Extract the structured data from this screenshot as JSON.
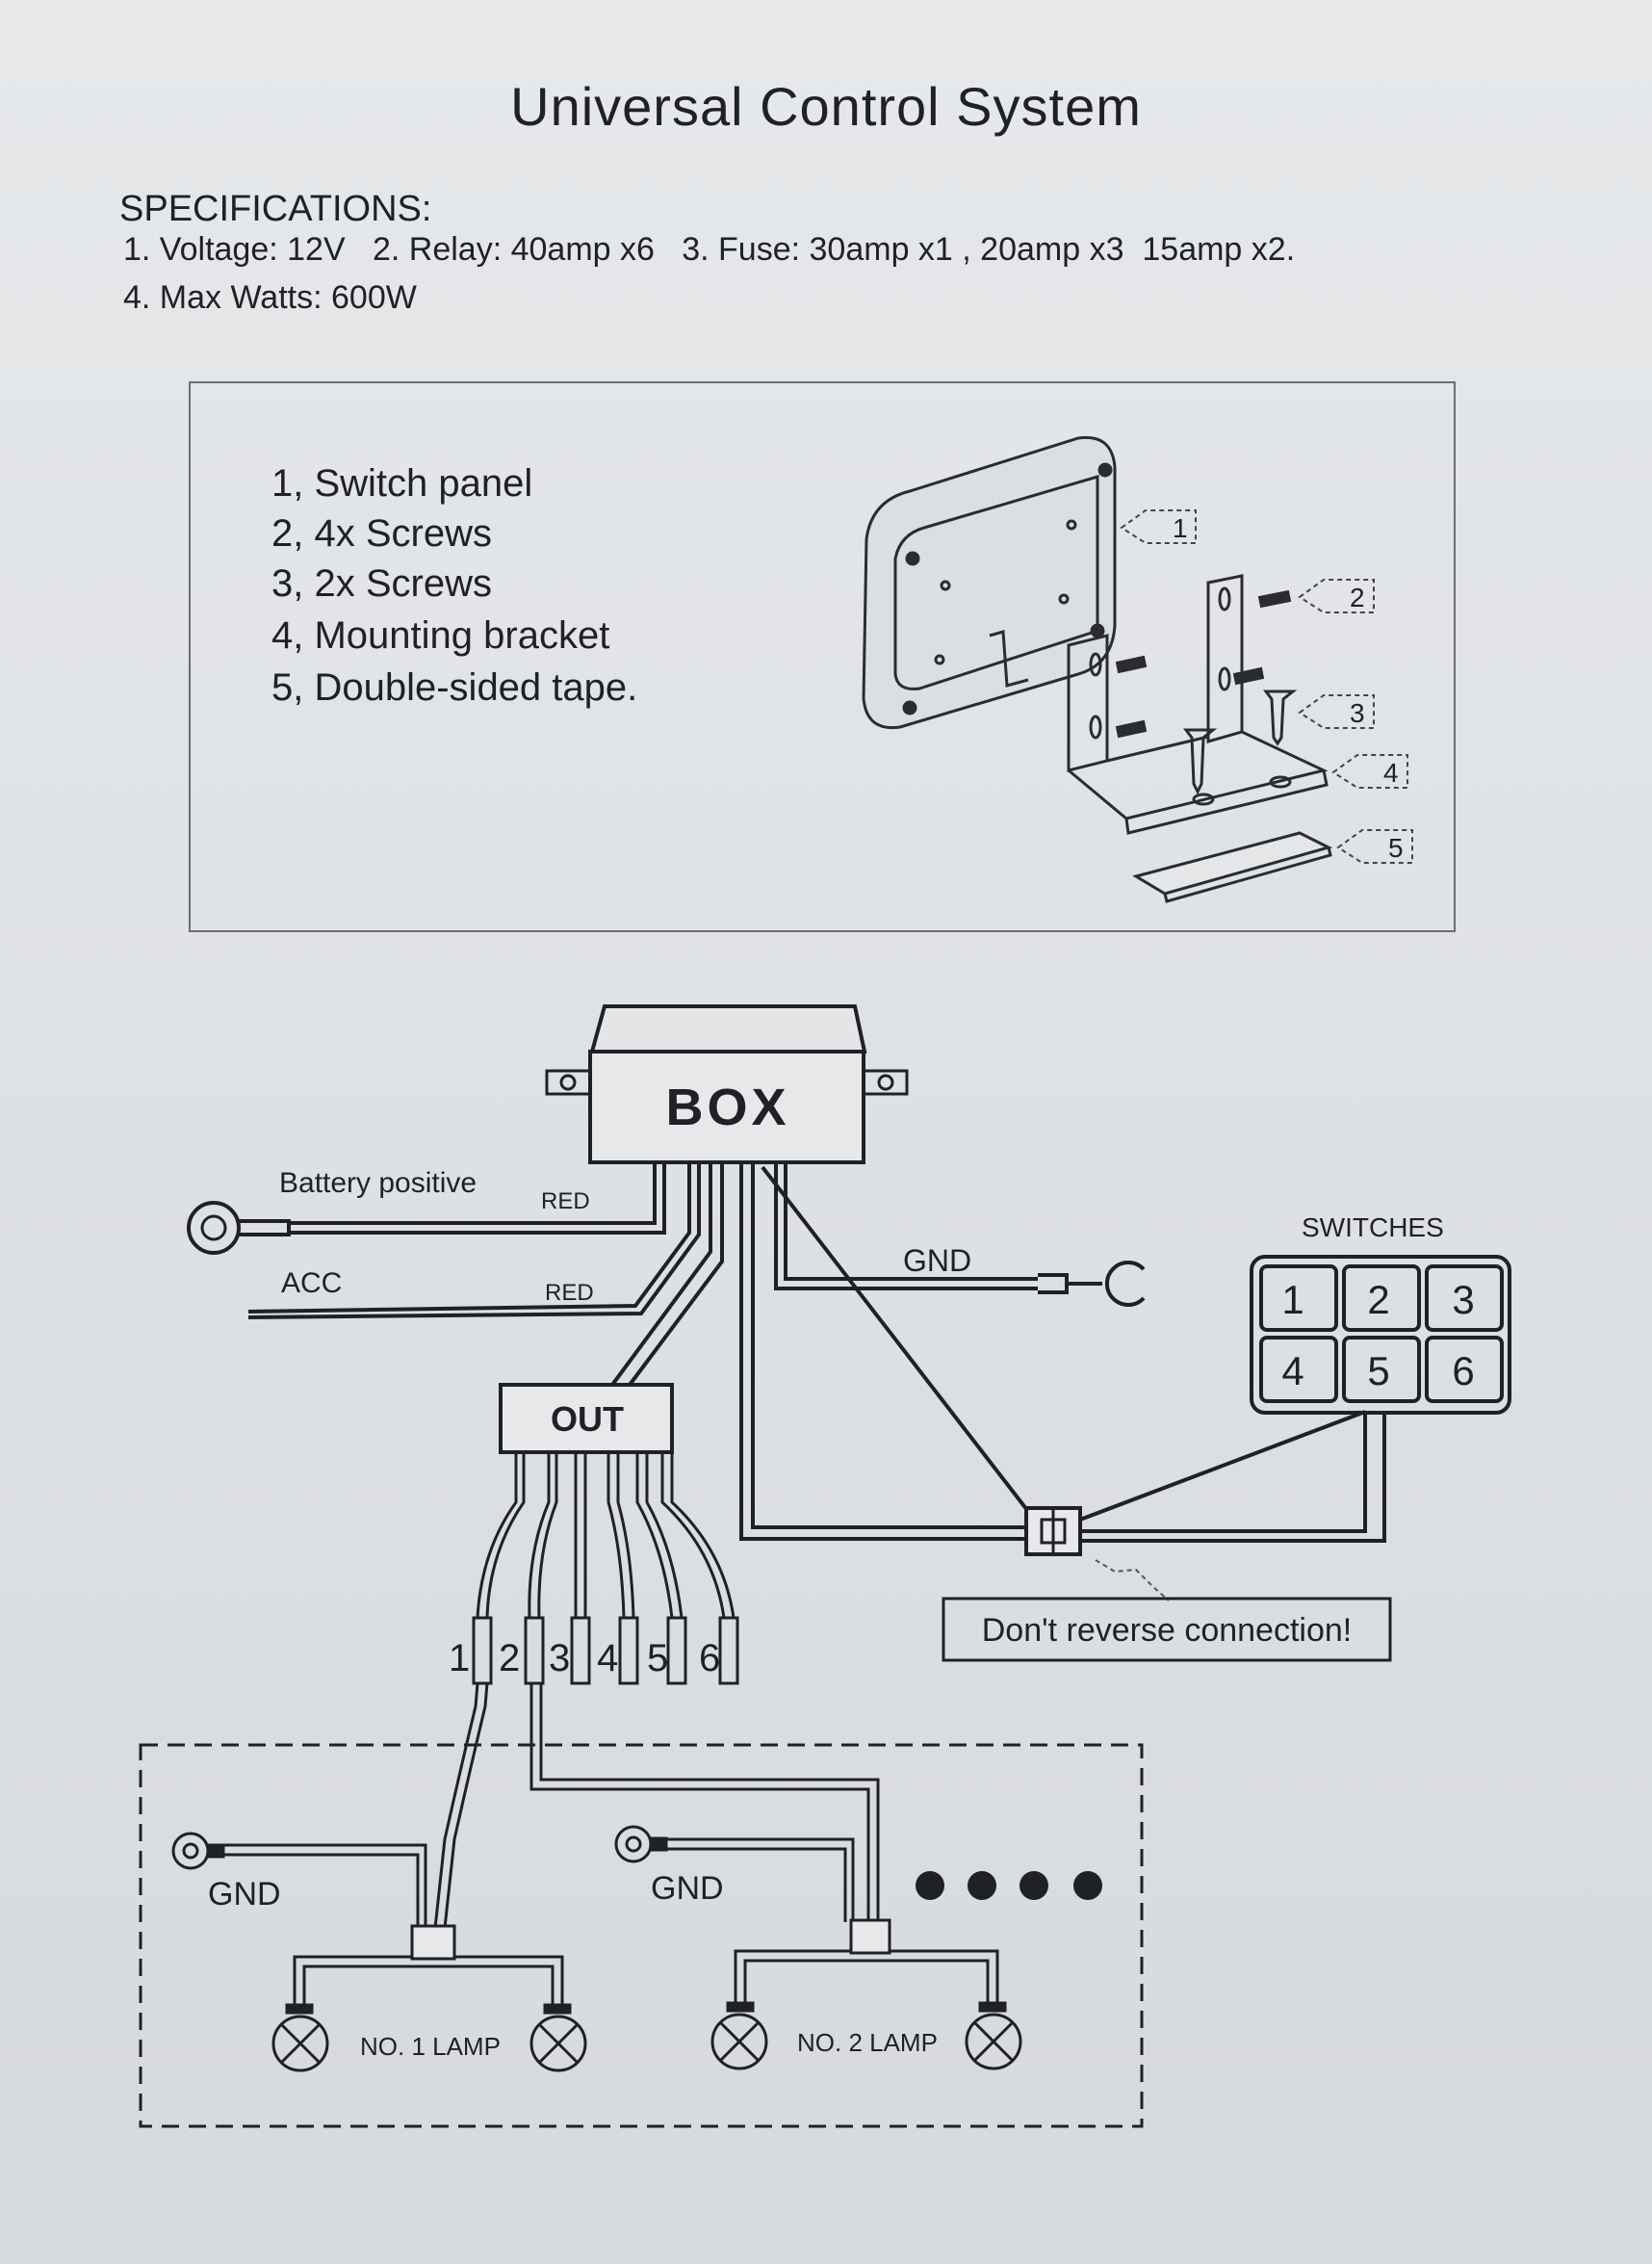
{
  "header": {
    "title": "Universal Control System"
  },
  "specifications": {
    "heading": "SPECIFICATIONS:",
    "line1": "1. Voltage: 12V   2. Relay: 40amp x6   3. Fuse: 30amp x1 , 20amp x3  15amp x2.",
    "line2": "4. Max Watts: 600W"
  },
  "parts": {
    "items": [
      "1, Switch panel",
      "2, 4x Screws",
      "3, 2x Screws",
      "4, Mounting bracket",
      "5, Double-sided tape."
    ],
    "callouts": [
      "1",
      "2",
      "3",
      "4",
      "5"
    ]
  },
  "wiring": {
    "box_label": "BOX",
    "out_label": "OUT",
    "battery_label": "Battery positive",
    "battery_wire_color": "RED",
    "acc_label": "ACC",
    "acc_wire_color": "RED",
    "gnd_label": "GND",
    "switches_label": "SWITCHES",
    "switch_numbers": [
      "1",
      "2",
      "3",
      "4",
      "5",
      "6"
    ],
    "output_numbers": [
      "1",
      "2",
      "3",
      "4",
      "5",
      "6"
    ],
    "warning": "Don't reverse connection!",
    "lamp_gnd_1": "GND",
    "lamp_gnd_2": "GND",
    "lamp1_label": "NO. 1  LAMP",
    "lamp2_label": "NO. 2  LAMP"
  }
}
